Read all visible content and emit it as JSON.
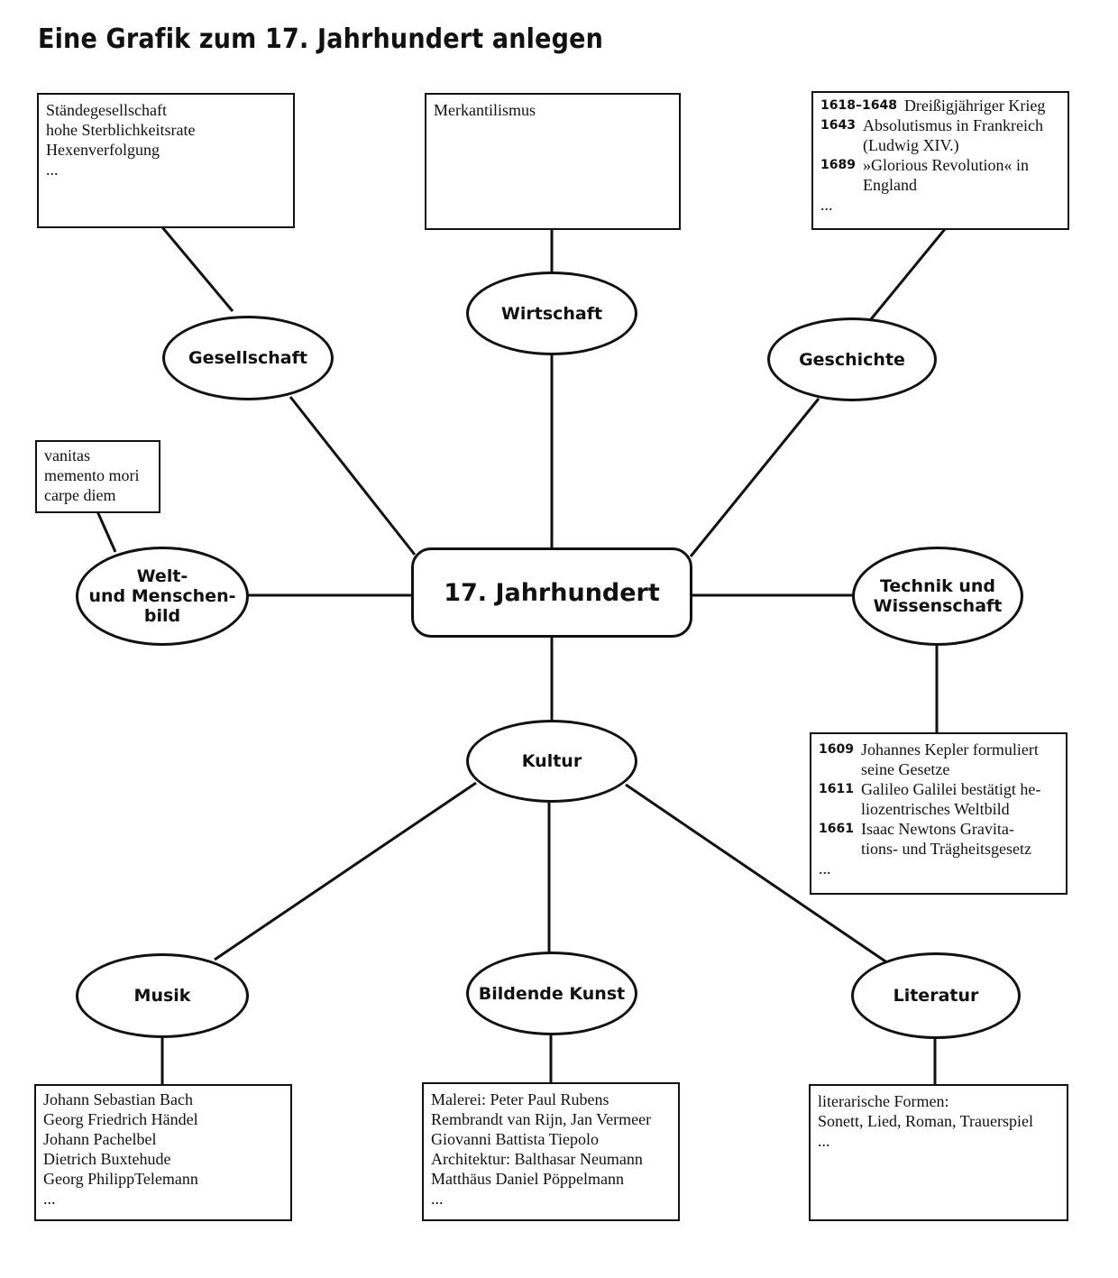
{
  "title": "Eine Grafik zum 17. Jahrhundert anlegen",
  "center": "17. Jahrhundert",
  "nodes": {
    "gesellschaft": "Gesellschaft",
    "wirtschaft": "Wirtschaft",
    "geschichte": "Geschichte",
    "welt": [
      "Welt-",
      "und Menschen-",
      "bild"
    ],
    "technik": [
      "Technik und",
      "Wissenschaft"
    ],
    "kultur": "Kultur",
    "musik": "Musik",
    "kunst": "Bildende Kunst",
    "literatur": "Literatur"
  },
  "boxes": {
    "gesellschaft": [
      "Ständegesellschaft",
      "hohe Sterblichkeitsrate",
      "Hexenverfolgung",
      "..."
    ],
    "wirtschaft": [
      "Merkantilismus"
    ],
    "geschichte": [
      {
        "year": "1618–1648",
        "text": [
          "Dreißigjähriger Krieg"
        ]
      },
      {
        "year": "1643",
        "text": [
          "Absolutismus in Frankreich",
          "(Ludwig XIV.)"
        ]
      },
      {
        "year": "1689",
        "text": [
          "»Glorious Revolution« in",
          "England"
        ]
      }
    ],
    "geschichte_more": "...",
    "welt": [
      "vanitas",
      "memento mori",
      "carpe diem"
    ],
    "technik": [
      {
        "year": "1609",
        "text": [
          "Johannes Kepler formuliert",
          "seine Gesetze"
        ]
      },
      {
        "year": "1611",
        "text": [
          "Galileo Galilei bestätigt he-",
          "liozentrisches Weltbild"
        ]
      },
      {
        "year": "1661",
        "text": [
          "Isaac Newtons Gravita-",
          "tions- und Trägheitsgesetz"
        ]
      }
    ],
    "technik_more": "...",
    "musik": [
      "Johann Sebastian Bach",
      "Georg Friedrich Händel",
      "Johann Pachelbel",
      "Dietrich Buxtehude",
      "Georg PhilippTelemann",
      "..."
    ],
    "kunst": [
      "Malerei: Peter Paul Rubens",
      "Rembrandt van Rijn, Jan Vermeer",
      "Giovanni Battista Tiepolo",
      "Architektur: Balthasar Neumann",
      "Matthäus Daniel Pöppelmann",
      "..."
    ],
    "literatur": [
      "literarische Formen:",
      "Sonett, Lied, Roman, Trauerspiel",
      "..."
    ]
  }
}
